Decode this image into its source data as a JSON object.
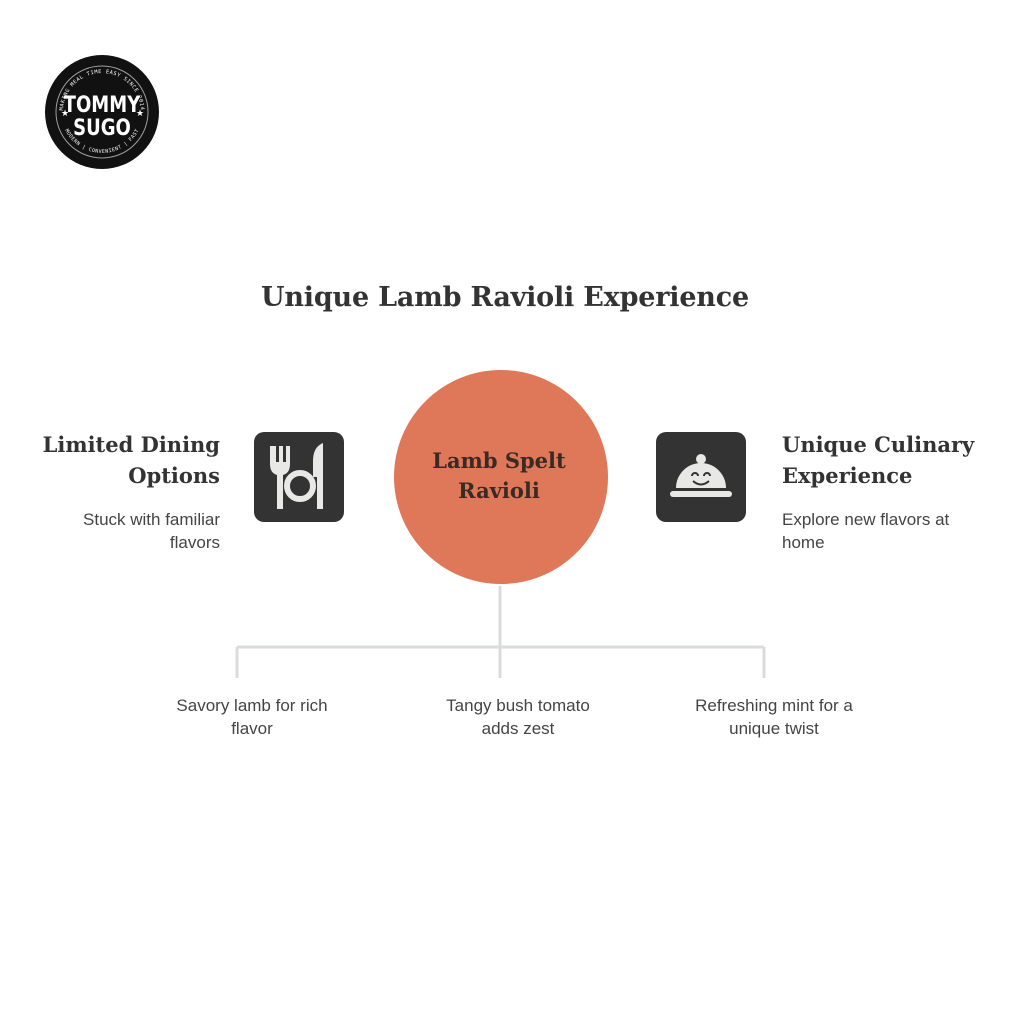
{
  "logo": {
    "name_line1": "TOMMY",
    "name_line2": "SUGO",
    "ring_top": "MAKING MEAL TIME EASY SINCE 2014",
    "ring_bottom": "MODERN | CONVENIENT | FAST"
  },
  "title": "Unique Lamb Ravioli Experience",
  "center": {
    "line1": "Lamb Spelt",
    "line2": "Ravioli",
    "color": "#df7858"
  },
  "left": {
    "title_line1": "Limited Dining",
    "title_line2": "Options",
    "desc_line1": "Stuck with familiar",
    "desc_line2": "flavors",
    "icon": "cutlery-plate-icon"
  },
  "right": {
    "title_line1": "Unique Culinary",
    "title_line2": "Experience",
    "desc_line1": "Explore new flavors at",
    "desc_line2": "home",
    "icon": "cloche-icon"
  },
  "branches": [
    {
      "line1": "Savory lamb for rich",
      "line2": "flavor"
    },
    {
      "line1": "Tangy bush tomato",
      "line2": "adds zest"
    },
    {
      "line1": "Refreshing mint for a",
      "line2": "unique twist"
    }
  ],
  "colors": {
    "icon_background": "#333333",
    "connector": "#d9dcda",
    "text": "#333333"
  }
}
